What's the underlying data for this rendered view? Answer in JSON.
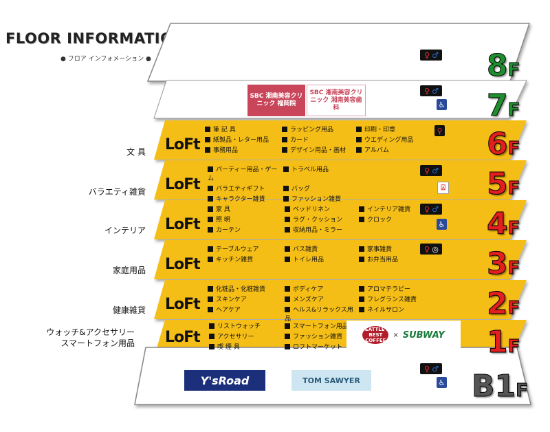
{
  "header": {
    "title": "FLOOR INFORMATION",
    "subtitle": "● フロア インフォメーション ●"
  },
  "colors": {
    "loft_yellow": "#F5BE12",
    "green": "#1F8E2F",
    "red": "#E21E1E",
    "gray": "#555555",
    "dark": "#222222"
  },
  "floors": [
    {
      "level": "8",
      "unit": "F",
      "color": "#1F8E2F",
      "department": "",
      "icons": [
        "restroom-icon"
      ],
      "items": []
    },
    {
      "level": "7",
      "unit": "F",
      "color": "#1F8E2F",
      "department": "",
      "icons": [
        "restroom-icon",
        "wheelchair-icon"
      ],
      "items": [],
      "shops": [
        {
          "name": "SBC 湘南美容クリニック 福岡院"
        },
        {
          "name": "SBC 湘南美容クリニック 湘南美容歯科"
        }
      ]
    },
    {
      "level": "6",
      "unit": "F",
      "color": "#E21E1E",
      "department": "文 具",
      "brand": "LoFt",
      "icons": [
        "womens-restroom-icon"
      ],
      "items": [
        "筆 記 具",
        "ラッピング用品",
        "印刷・印章",
        "紙製品・レター用品",
        "カード",
        "ウエディング用品",
        "事務用品",
        "デザイン用品・画材",
        "アルバム"
      ]
    },
    {
      "level": "5",
      "unit": "F",
      "color": "#E21E1E",
      "department": "バラエティ雑貨",
      "brand": "LoFt",
      "icons": [
        "restroom-icon",
        "nursing-icon"
      ],
      "items": [
        "パーティー用品・ゲーム",
        "トラベル用品",
        "",
        "バラエティギフト",
        "バッグ",
        "",
        "キャラクター雑貨",
        "ファッション雑貨",
        ""
      ]
    },
    {
      "level": "4",
      "unit": "F",
      "color": "#E21E1E",
      "department": "インテリア",
      "brand": "LoFt",
      "icons": [
        "restroom-icon",
        "wheelchair-icon"
      ],
      "items": [
        "家 具",
        "ベッドリネン",
        "インテリア雑貨",
        "照 明",
        "ラグ・クッション",
        "クロック",
        "カーテン",
        "収納用品・ミラー",
        ""
      ]
    },
    {
      "level": "3",
      "unit": "F",
      "color": "#E21E1E",
      "department": "家庭用品",
      "brand": "LoFt",
      "icons": [
        "restroom-icon"
      ],
      "items": [
        "テーブルウェア",
        "バス雑貨",
        "家事雑貨",
        "キッチン雑貨",
        "トイレ用品",
        "お弁当用品"
      ]
    },
    {
      "level": "2",
      "unit": "F",
      "color": "#E21E1E",
      "department": "健康雑貨",
      "brand": "LoFt",
      "icons": [],
      "items": [
        "化粧品・化粧雑貨",
        "ボディケア",
        "アロマテラピー",
        "スキンケア",
        "メンズケア",
        "フレグランス雑貨",
        "ヘアケア",
        "ヘルス&リラックス用品",
        "ネイルサロン"
      ]
    },
    {
      "level": "1",
      "unit": "F",
      "color": "#E21E1E",
      "department": "ウォッチ&アクセサリー",
      "department2": "スマートフォン用品",
      "brand": "LoFt",
      "icons": [],
      "items": [
        "リストウォッチ",
        "スマートフォン用品",
        "アクセサリー",
        "ファッション雑貨",
        "喫 煙 具",
        "ロフトマーケット"
      ],
      "shops": [
        {
          "name": "SEATTLE'S BEST COFFEE"
        },
        {
          "name": "×"
        },
        {
          "name": "SUBWAY"
        }
      ]
    },
    {
      "level": "B1",
      "unit": "F",
      "color": "#555555",
      "department": "",
      "icons": [
        "restroom-icon",
        "wheelchair-icon"
      ],
      "items": [],
      "shops": [
        {
          "name": "Y'sRoad"
        },
        {
          "name": "TOM SAWYER"
        }
      ]
    }
  ]
}
